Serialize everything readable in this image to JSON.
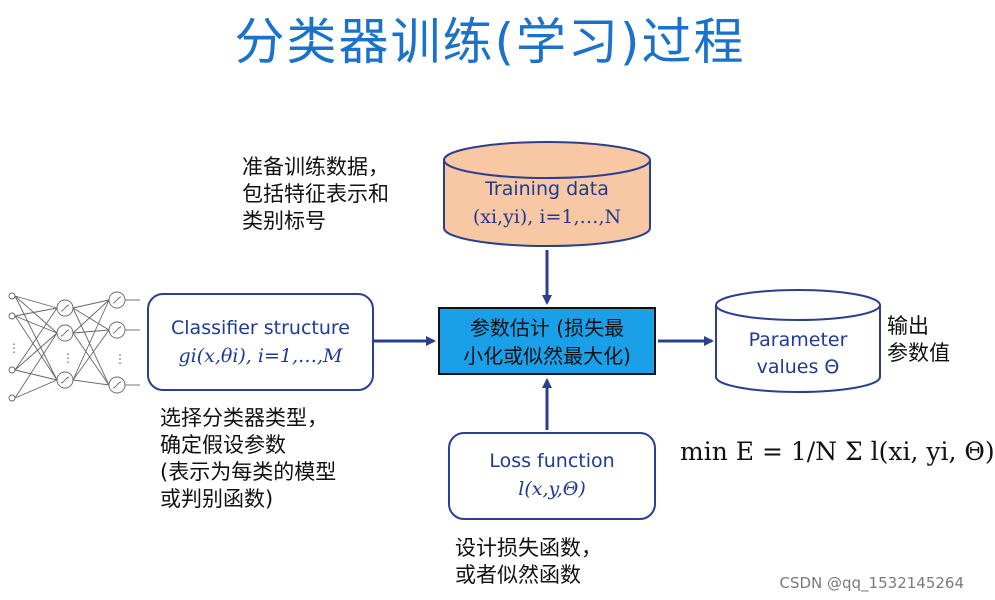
{
  "title": "分类器训练(学习)过程",
  "notes": {
    "training_desc": [
      "准备训练数据，",
      "包括特征表示和",
      "类别标号"
    ],
    "classifier_desc": [
      "选择分类器类型，",
      "确定假设参数",
      "(表示为每类的模型",
      "或判别函数)"
    ],
    "loss_desc": [
      "设计损失函数，",
      "或者似然函数"
    ],
    "output_desc": [
      "输出",
      "参数值"
    ]
  },
  "training_data": {
    "label": "Training data",
    "formula": "(xi,yi), i=1,…,N"
  },
  "classifier": {
    "label": "Classifier structure",
    "formula": "gi(x,θi), i=1,…,M"
  },
  "center": {
    "line1": "参数估计 (损失最",
    "line2": "小化或似然最大化)"
  },
  "parameter": {
    "line1": "Parameter",
    "line2": "values Θ"
  },
  "loss": {
    "label": "Loss function",
    "formula": "l(x,y,Θ)"
  },
  "formula": "min E = 1/N Σ l(xi, yi, Θ)",
  "watermark": "CSDN @qq_1532145264",
  "colors": {
    "title": "#1a73c9",
    "box_border": "#2b3f8f",
    "center_fill": "#1aa0e8",
    "cylinder_fill": "#f7c8a3",
    "arrow": "#2b3f8f"
  }
}
